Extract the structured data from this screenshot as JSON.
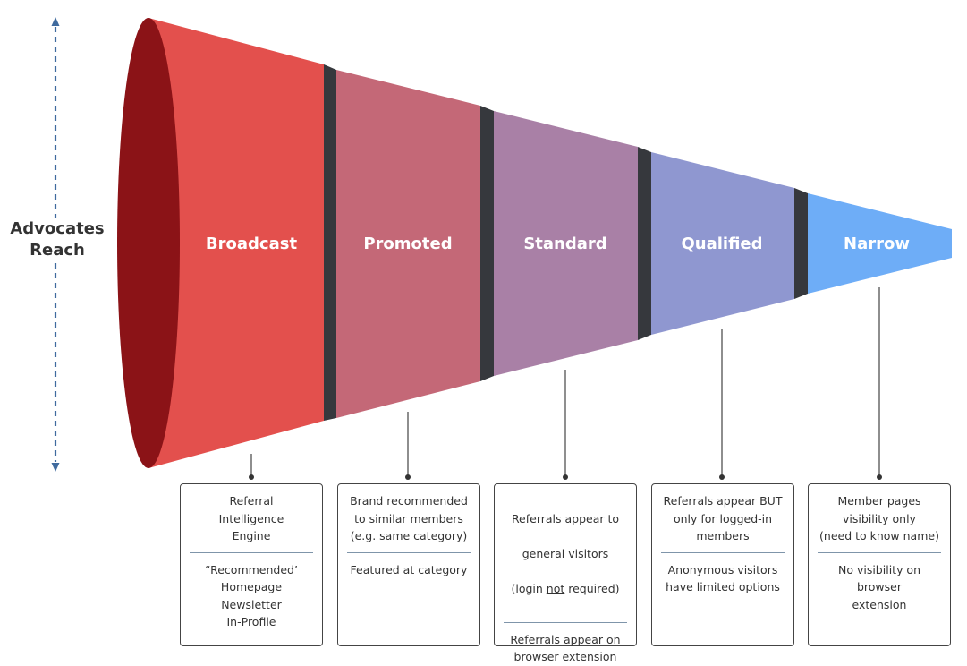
{
  "axis": {
    "label_line1": "Advocates",
    "label_line2": "Reach"
  },
  "stages": [
    {
      "label": "Broadcast",
      "color": "#e3504d"
    },
    {
      "label": "Promoted",
      "color": "#c46877"
    },
    {
      "label": "Standard",
      "color": "#a980a6"
    },
    {
      "label": "Qualified",
      "color": "#8f97d0"
    },
    {
      "label": "Narrow",
      "color": "#6eadf7"
    }
  ],
  "boxes": [
    {
      "top": "Referral\nIntelligence\nEngine",
      "bottom": "“Recommended’\nHomepage\nNewsletter\nIn-Profile"
    },
    {
      "top": "Brand recommended\nto similar members\n(e.g. same category)",
      "bottom": "Featured at category"
    },
    {
      "top_line1": "Referrals appear to",
      "top_line2": "general visitors",
      "top_line3_pre": "(login ",
      "top_line3_emph": "not",
      "top_line3_post": " required)",
      "bottom": "Referrals appear on\nbrowser extension"
    },
    {
      "top": "Referrals appear BUT\nonly for logged-in\nmembers",
      "bottom": "Anonymous visitors\nhave limited options"
    },
    {
      "top": "Member pages\nvisibility only\n(need to know name)",
      "bottom": "No visibility on browser\nextension"
    }
  ],
  "colors": {
    "ellipse": "#8b1317",
    "connector": "#36383d",
    "axis": "#3f6a9e",
    "leader": "#444444"
  }
}
